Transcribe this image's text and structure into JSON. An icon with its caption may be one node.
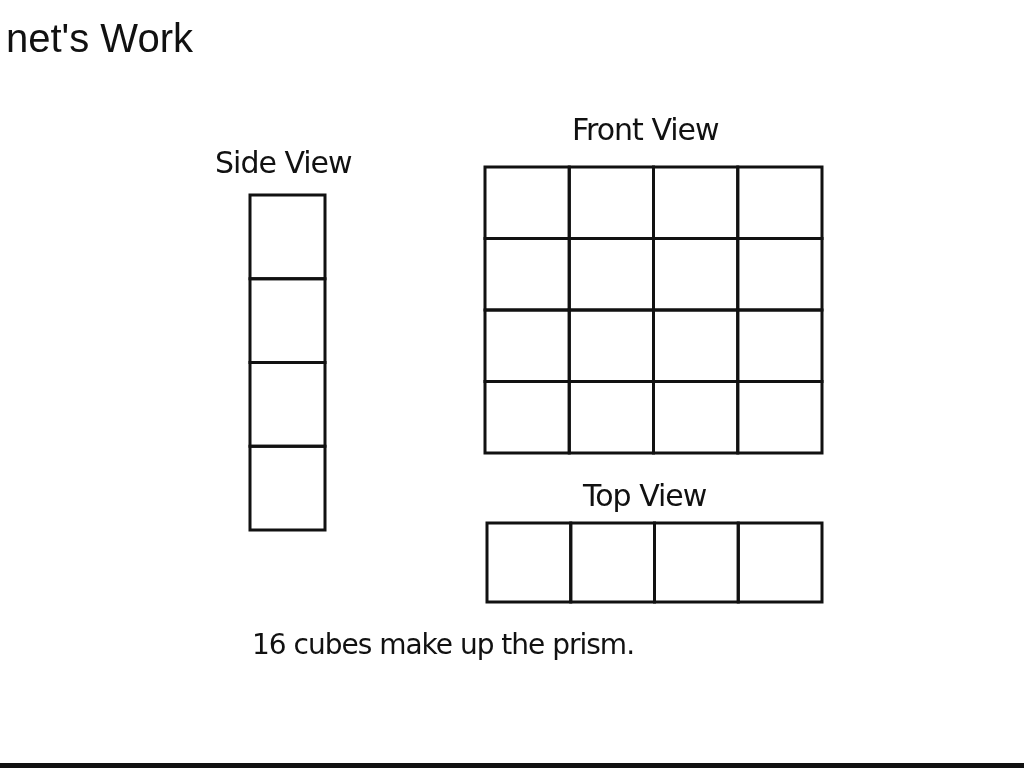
{
  "diagram": {
    "title": "net's Work",
    "nodes": [
      {
        "text": [
          "Side View"
        ]
      },
      {
        "text": [
          "Front View"
        ]
      },
      {
        "text": [
          "Top View"
        ]
      }
    ],
    "labels": [
      "16 cubes make up the prism."
    ]
  }
}
